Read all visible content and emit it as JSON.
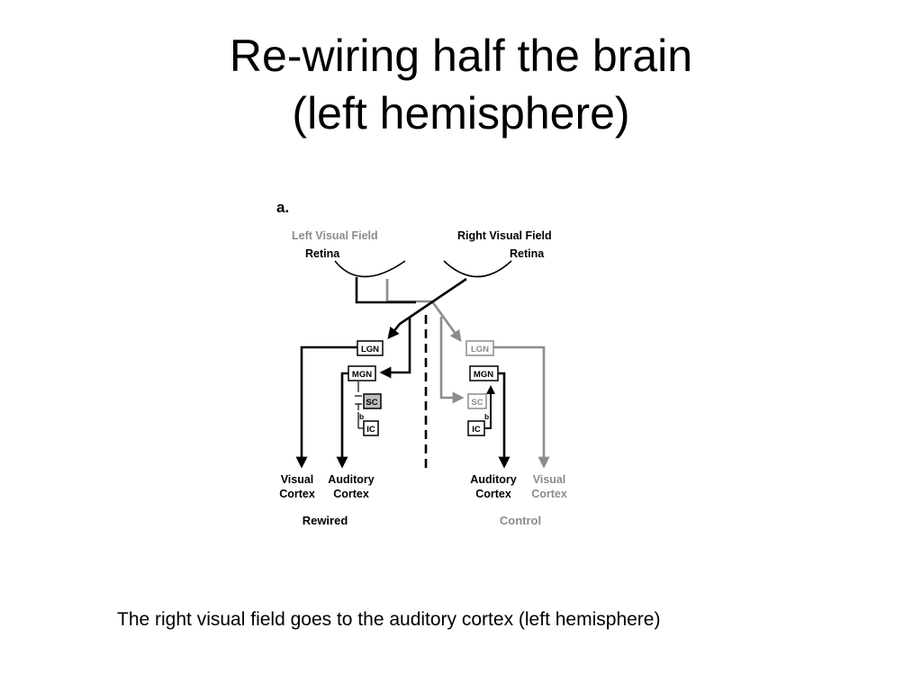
{
  "slide": {
    "title_line1": "Re-wiring half the brain",
    "title_line2": "(left hemisphere)",
    "caption": "The right visual field goes to the auditory cortex (left hemisphere)"
  },
  "diagram": {
    "panel_label": "a.",
    "left_visual_field": "Left Visual Field",
    "right_visual_field": "Right Visual Field",
    "retina_left": "Retina",
    "retina_right": "Retina",
    "rewired": {
      "lgn": "LGN",
      "mgn": "MGN",
      "sc": "SC",
      "ic": "IC",
      "b_label": "b",
      "visual_cortex_line1": "Visual",
      "visual_cortex_line2": "Cortex",
      "auditory_cortex_line1": "Auditory",
      "auditory_cortex_line2": "Cortex",
      "group_label": "Rewired"
    },
    "control": {
      "lgn": "LGN",
      "mgn": "MGN",
      "sc": "SC",
      "ic": "IC",
      "b_label": "b",
      "auditory_cortex_line1": "Auditory",
      "auditory_cortex_line2": "Cortex",
      "visual_cortex_line1": "Visual",
      "visual_cortex_line2": "Cortex",
      "group_label": "Control"
    },
    "colors": {
      "black_path": "#000000",
      "gray_path": "#8c8c8c",
      "gray_text": "#8c8c8c",
      "sc_fill": "#bdbdbd"
    }
  }
}
